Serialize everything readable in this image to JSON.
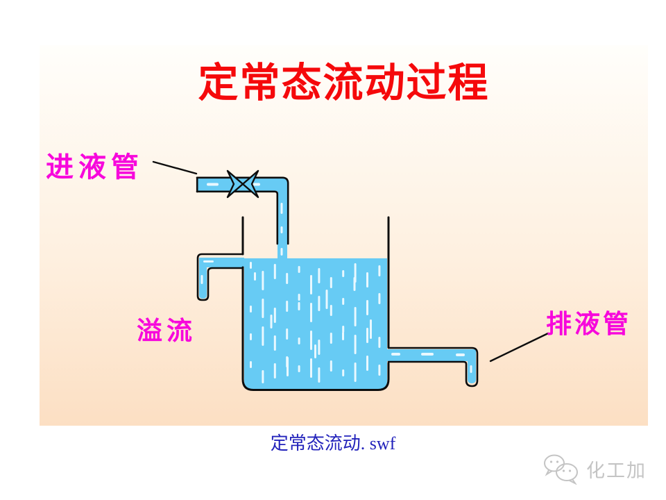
{
  "slide": {
    "title": "定常态流动过程",
    "caption": "定常态流动. swf"
  },
  "diagram": {
    "labels": {
      "inlet_pipe": "进液管",
      "overflow": "溢流",
      "drain_pipe": "排液管"
    },
    "valve_icon": "valve-bowtie-icon"
  },
  "watermark": {
    "text": "化工加",
    "icon": "chat-bubbles-icon"
  },
  "colors": {
    "title": "#F5090B",
    "label": "#F707DC",
    "caption": "#2222BB",
    "water": "#67CBF4",
    "outline": "#0d0d0d",
    "dash": "#E9F8FF",
    "bg-top": "#FFFEFB",
    "bg-mid": "#FEF0E0",
    "bot": "#FCDFC3",
    "watermark": "#C4C4C4"
  }
}
